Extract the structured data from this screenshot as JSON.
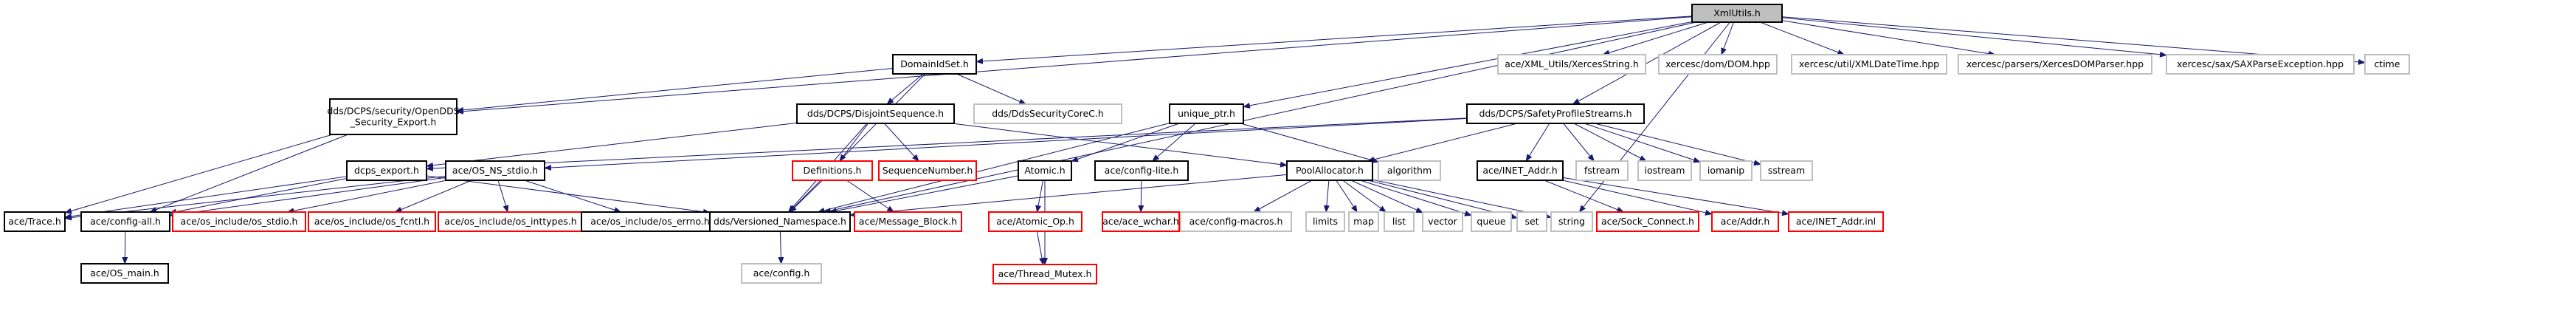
{
  "colors": {
    "edge": "#191970",
    "root_fill": "#bfbfbf",
    "root_border": "#000000",
    "normal_border": "#000000",
    "missing_border": "#ff0000",
    "external_border": "#bfbfbf",
    "external_text": "#404040",
    "node_fill": "#ffffff"
  },
  "nodes": {
    "xmlutils": {
      "lines": [
        "XmlUtils.h"
      ],
      "kind": "root"
    },
    "domainidset": {
      "lines": [
        "DomainIdSet.h"
      ],
      "kind": "normal"
    },
    "opendds_security_export": {
      "lines": [
        "dds/DCPS/security/OpenDDS",
        "_Security_Export.h"
      ],
      "kind": "normal"
    },
    "ddssecuritycorec": {
      "lines": [
        "dds/DdsSecurityCoreC.h"
      ],
      "kind": "external"
    },
    "disjointsequence": {
      "lines": [
        "dds/DCPS/DisjointSequence.h"
      ],
      "kind": "normal"
    },
    "unique_ptr": {
      "lines": [
        "unique_ptr.h"
      ],
      "kind": "normal"
    },
    "safetyprofilestreams": {
      "lines": [
        "dds/DCPS/SafetyProfileStreams.h"
      ],
      "kind": "normal"
    },
    "xercesstring": {
      "lines": [
        "ace/XML_Utils/XercesString.h"
      ],
      "kind": "external"
    },
    "dom": {
      "lines": [
        "xercesc/dom/DOM.hpp"
      ],
      "kind": "external"
    },
    "xmldatetime": {
      "lines": [
        "xercesc/util/XMLDateTime.hpp"
      ],
      "kind": "external"
    },
    "xercesdomparser": {
      "lines": [
        "xercesc/parsers/XercesDOMParser.hpp"
      ],
      "kind": "external"
    },
    "saxparseexception": {
      "lines": [
        "xercesc/sax/SAXParseException.hpp"
      ],
      "kind": "external"
    },
    "ctime": {
      "lines": [
        "ctime"
      ],
      "kind": "external"
    },
    "dcps_export": {
      "lines": [
        "dcps_export.h"
      ],
      "kind": "normal"
    },
    "os_ns_stdio": {
      "lines": [
        "ace/OS_NS_stdio.h"
      ],
      "kind": "normal"
    },
    "definitions": {
      "lines": [
        "Definitions.h"
      ],
      "kind": "missing"
    },
    "sequencenumber": {
      "lines": [
        "SequenceNumber.h"
      ],
      "kind": "missing"
    },
    "atomic": {
      "lines": [
        "Atomic.h"
      ],
      "kind": "normal"
    },
    "config_lite": {
      "lines": [
        "ace/config-lite.h"
      ],
      "kind": "normal"
    },
    "poolallocator": {
      "lines": [
        "PoolAllocator.h"
      ],
      "kind": "normal"
    },
    "algorithm": {
      "lines": [
        "algorithm"
      ],
      "kind": "external"
    },
    "ace_inet_addr": {
      "lines": [
        "ace/INET_Addr.h"
      ],
      "kind": "normal"
    },
    "fstream": {
      "lines": [
        "fstream"
      ],
      "kind": "external"
    },
    "iostream": {
      "lines": [
        "iostream"
      ],
      "kind": "external"
    },
    "iomanip": {
      "lines": [
        "iomanip"
      ],
      "kind": "external"
    },
    "sstream": {
      "lines": [
        "sstream"
      ],
      "kind": "external"
    },
    "trace": {
      "lines": [
        "ace/Trace.h"
      ],
      "kind": "normal"
    },
    "config_all": {
      "lines": [
        "ace/config-all.h"
      ],
      "kind": "normal"
    },
    "os_include_stdio": {
      "lines": [
        "ace/os_include/os_stdio.h"
      ],
      "kind": "missing"
    },
    "os_include_fcntl": {
      "lines": [
        "ace/os_include/os_fcntl.h"
      ],
      "kind": "missing"
    },
    "os_include_inttypes": {
      "lines": [
        "ace/os_include/os_inttypes.h"
      ],
      "kind": "missing"
    },
    "os_include_errno": {
      "lines": [
        "ace/os_include/os_errno.h"
      ],
      "kind": "normal"
    },
    "versioned_namespace": {
      "lines": [
        "dds/Versioned_Namespace.h"
      ],
      "kind": "normal"
    },
    "message_block": {
      "lines": [
        "ace/Message_Block.h"
      ],
      "kind": "missing"
    },
    "atomic_op": {
      "lines": [
        "ace/Atomic_Op.h"
      ],
      "kind": "missing"
    },
    "ace_wchar": {
      "lines": [
        "ace/ace_wchar.h"
      ],
      "kind": "missing"
    },
    "config_macros": {
      "lines": [
        "ace/config-macros.h"
      ],
      "kind": "external"
    },
    "limits": {
      "lines": [
        "limits"
      ],
      "kind": "external"
    },
    "map": {
      "lines": [
        "map"
      ],
      "kind": "external"
    },
    "list": {
      "lines": [
        "list"
      ],
      "kind": "external"
    },
    "vector": {
      "lines": [
        "vector"
      ],
      "kind": "external"
    },
    "queue": {
      "lines": [
        "queue"
      ],
      "kind": "external"
    },
    "set": {
      "lines": [
        "set"
      ],
      "kind": "external"
    },
    "string": {
      "lines": [
        "string"
      ],
      "kind": "external"
    },
    "sock_connect": {
      "lines": [
        "ace/Sock_Connect.h"
      ],
      "kind": "missing"
    },
    "ace_addr": {
      "lines": [
        "ace/Addr.h"
      ],
      "kind": "missing"
    },
    "inet_addr_inl": {
      "lines": [
        "ace/INET_Addr.inl"
      ],
      "kind": "missing"
    },
    "os_main": {
      "lines": [
        "ace/OS_main.h"
      ],
      "kind": "normal"
    },
    "ace_config": {
      "lines": [
        "ace/config.h"
      ],
      "kind": "external"
    },
    "thread_mutex": {
      "lines": [
        "ace/Thread_Mutex.h"
      ],
      "kind": "missing"
    }
  },
  "edges": [
    [
      "xmlutils",
      "domainidset"
    ],
    [
      "xmlutils",
      "opendds_security_export"
    ],
    [
      "xmlutils",
      "unique_ptr"
    ],
    [
      "xmlutils",
      "safetyprofilestreams"
    ],
    [
      "xmlutils",
      "xercesstring"
    ],
    [
      "xmlutils",
      "dom"
    ],
    [
      "xmlutils",
      "xmldatetime"
    ],
    [
      "xmlutils",
      "xercesdomparser"
    ],
    [
      "xmlutils",
      "saxparseexception"
    ],
    [
      "xmlutils",
      "ctime"
    ],
    [
      "xmlutils",
      "versioned_namespace"
    ],
    [
      "xmlutils",
      "string"
    ],
    [
      "domainidset",
      "opendds_security_export"
    ],
    [
      "domainidset",
      "ddssecuritycorec"
    ],
    [
      "domainidset",
      "disjointsequence"
    ],
    [
      "domainidset",
      "versioned_namespace"
    ],
    [
      "opendds_security_export",
      "trace"
    ],
    [
      "opendds_security_export",
      "config_all"
    ],
    [
      "disjointsequence",
      "dcps_export"
    ],
    [
      "disjointsequence",
      "definitions"
    ],
    [
      "disjointsequence",
      "sequencenumber"
    ],
    [
      "disjointsequence",
      "poolallocator"
    ],
    [
      "disjointsequence",
      "versioned_namespace"
    ],
    [
      "unique_ptr",
      "atomic"
    ],
    [
      "unique_ptr",
      "config_lite"
    ],
    [
      "unique_ptr",
      "algorithm"
    ],
    [
      "unique_ptr",
      "versioned_namespace"
    ],
    [
      "safetyprofilestreams",
      "os_ns_stdio"
    ],
    [
      "safetyprofilestreams",
      "poolallocator"
    ],
    [
      "safetyprofilestreams",
      "ace_inet_addr"
    ],
    [
      "safetyprofilestreams",
      "fstream"
    ],
    [
      "safetyprofilestreams",
      "iostream"
    ],
    [
      "safetyprofilestreams",
      "iomanip"
    ],
    [
      "safetyprofilestreams",
      "sstream"
    ],
    [
      "safetyprofilestreams",
      "dcps_export"
    ],
    [
      "dcps_export",
      "trace"
    ],
    [
      "dcps_export",
      "config_all"
    ],
    [
      "dcps_export",
      "versioned_namespace"
    ],
    [
      "os_ns_stdio",
      "config_all"
    ],
    [
      "os_ns_stdio",
      "os_include_stdio"
    ],
    [
      "os_ns_stdio",
      "os_include_fcntl"
    ],
    [
      "os_ns_stdio",
      "os_include_inttypes"
    ],
    [
      "os_ns_stdio",
      "os_include_errno"
    ],
    [
      "os_ns_stdio",
      "trace"
    ],
    [
      "definitions",
      "versioned_namespace"
    ],
    [
      "definitions",
      "message_block"
    ],
    [
      "atomic",
      "versioned_namespace"
    ],
    [
      "atomic",
      "atomic_op"
    ],
    [
      "atomic",
      "thread_mutex"
    ],
    [
      "atomic_op",
      "thread_mutex"
    ],
    [
      "config_lite",
      "ace_wchar"
    ],
    [
      "poolallocator",
      "config_macros"
    ],
    [
      "poolallocator",
      "limits"
    ],
    [
      "poolallocator",
      "map"
    ],
    [
      "poolallocator",
      "list"
    ],
    [
      "poolallocator",
      "vector"
    ],
    [
      "poolallocator",
      "queue"
    ],
    [
      "poolallocator",
      "set"
    ],
    [
      "poolallocator",
      "string"
    ],
    [
      "poolallocator",
      "versioned_namespace"
    ],
    [
      "ace_inet_addr",
      "sock_connect"
    ],
    [
      "ace_inet_addr",
      "ace_addr"
    ],
    [
      "ace_inet_addr",
      "inet_addr_inl"
    ],
    [
      "config_all",
      "os_main"
    ],
    [
      "versioned_namespace",
      "ace_config"
    ]
  ]
}
